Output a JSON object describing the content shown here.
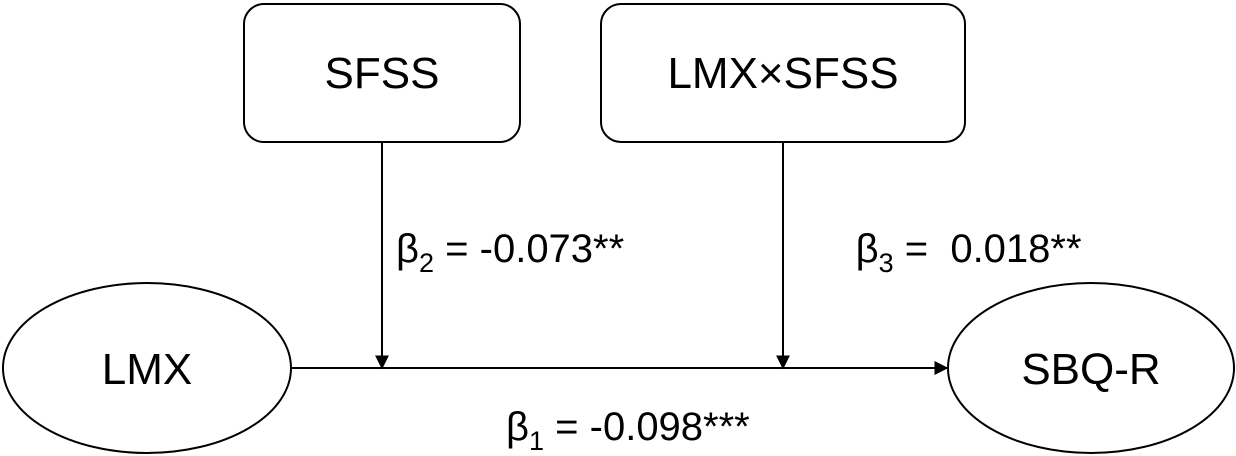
{
  "nodes": {
    "sfss": "SFSS",
    "interaction": "LMX×SFSS",
    "lmx": "LMX",
    "sbqr": "SBQ-R"
  },
  "paths": {
    "b1": {
      "symbol": "β",
      "subscript": "1",
      "value": " = -0.098***"
    },
    "b2": {
      "symbol": "β",
      "subscript": "2",
      "value": " = -0.073**"
    },
    "b3": {
      "symbol": "β",
      "subscript": "3",
      "value": " =  0.018**"
    }
  }
}
